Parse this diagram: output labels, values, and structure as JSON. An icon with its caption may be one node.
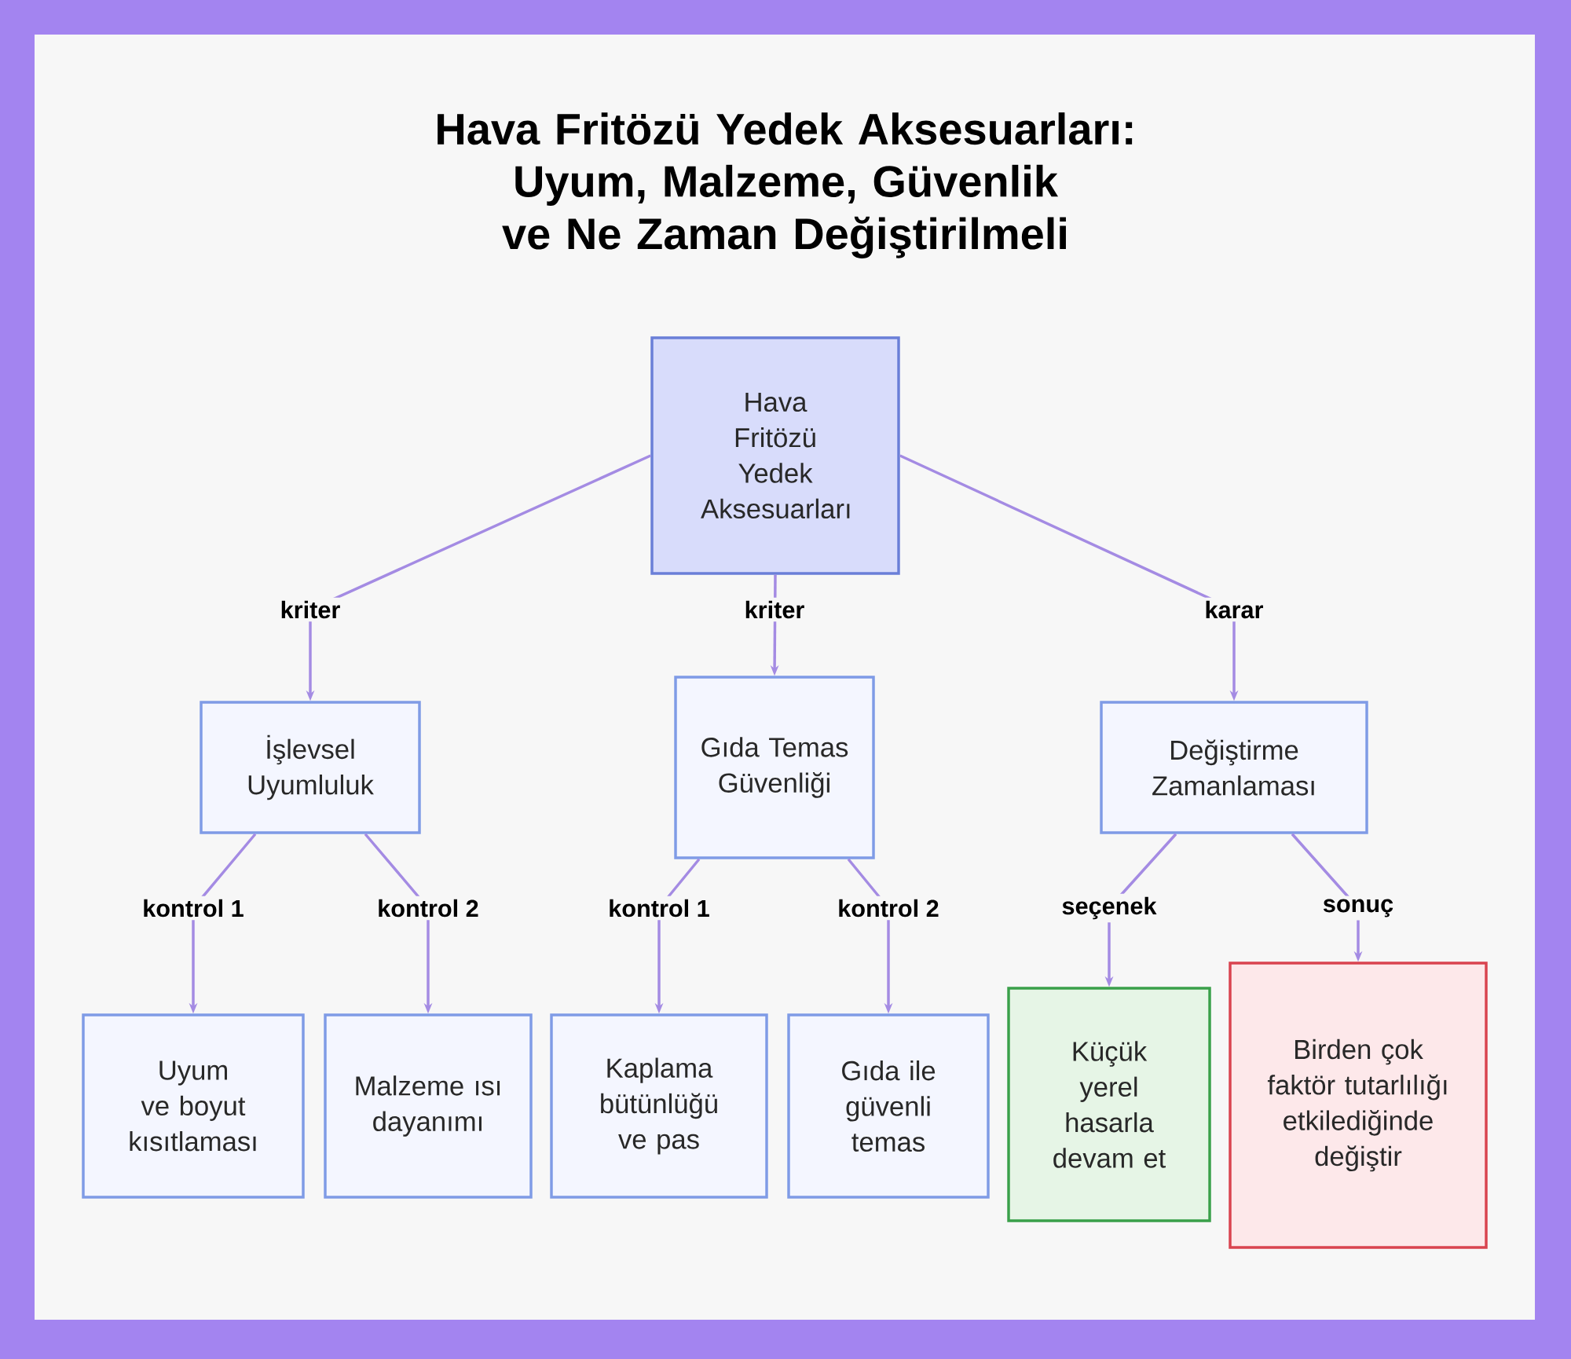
{
  "diagram": {
    "title": "Hava Fritözü Yedek Aksesuarları: Uyum, Malzeme, Güvenlik ve Ne Zaman Değiştirilmeli",
    "nodes": [
      {
        "text": [
          "Hava Fritözü Yedek Aksesuarları"
        ]
      },
      {
        "text": [
          "İşlevsel Uyumluluk"
        ]
      },
      {
        "text": [
          "Gıda Temas Güvenliği"
        ]
      },
      {
        "text": [
          "Değiştirme Zamanlaması"
        ]
      },
      {
        "text": [
          "Uyum ve boyut kısıtlaması"
        ]
      },
      {
        "text": [
          "Malzeme ısı dayanımı"
        ]
      },
      {
        "text": [
          "Kaplama bütünlüğü ve pas"
        ]
      },
      {
        "text": [
          "Gıda ile güvenli temas"
        ]
      },
      {
        "text": [
          "Küçük yerel hasarla devam et"
        ]
      },
      {
        "text": [
          "Birden çok faktör tutarlılığı etkilediğinde değiştir"
        ]
      }
    ],
    "edges": [
      {
        "from": 0,
        "to": 1,
        "arrow": "to",
        "label": "kriter"
      },
      {
        "from": 0,
        "to": 2,
        "arrow": "to",
        "label": "kriter"
      },
      {
        "from": 0,
        "to": 3,
        "arrow": "to",
        "label": "karar"
      },
      {
        "from": 1,
        "to": 4,
        "arrow": "to",
        "label": "kontrol 1"
      },
      {
        "from": 1,
        "to": 5,
        "arrow": "to",
        "label": "kontrol 2"
      },
      {
        "from": 2,
        "to": 6,
        "arrow": "to",
        "label": "kontrol 1"
      },
      {
        "from": 2,
        "to": 7,
        "arrow": "to",
        "label": "kontrol 2"
      },
      {
        "from": 3,
        "to": 8,
        "arrow": "to",
        "label": "seçenek"
      },
      {
        "from": 3,
        "to": 9,
        "arrow": "to",
        "label": "sonuç"
      }
    ]
  }
}
